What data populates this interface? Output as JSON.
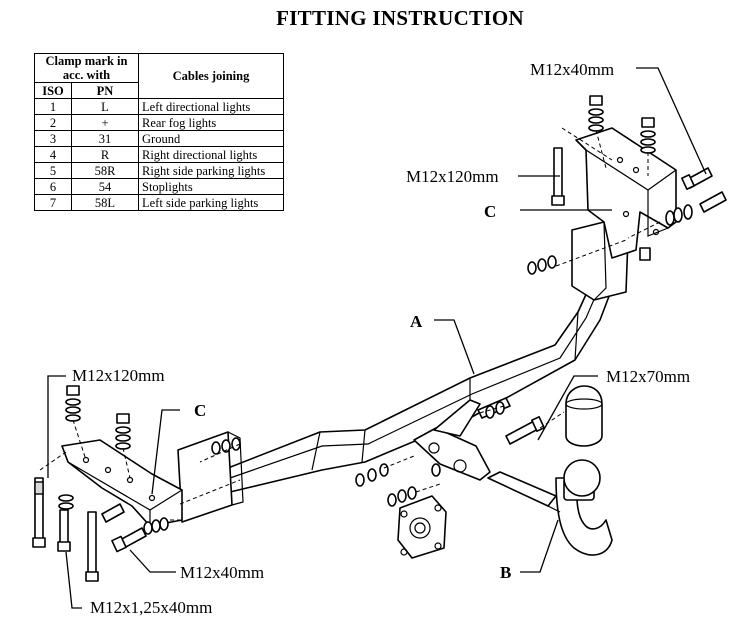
{
  "title": "FITTING INSTRUCTION",
  "table": {
    "header_clamp": "Clamp mark in acc. with",
    "header_cables": "Cables joining",
    "header_iso": "ISO",
    "header_pn": "PN",
    "rows": [
      {
        "iso": "1",
        "pn": "L",
        "cable": "Left directional lights"
      },
      {
        "iso": "2",
        "pn": "+",
        "cable": "Rear fog lights"
      },
      {
        "iso": "3",
        "pn": "31",
        "cable": "Ground"
      },
      {
        "iso": "4",
        "pn": "R",
        "cable": "Right directional lights"
      },
      {
        "iso": "5",
        "pn": "58R",
        "cable": "Right side parking lights"
      },
      {
        "iso": "6",
        "pn": "54",
        "cable": "Stoplights"
      },
      {
        "iso": "7",
        "pn": "58L",
        "cable": "Left side parking lights"
      }
    ]
  },
  "labels": {
    "m12x40_top": "M12x40mm",
    "m12x120_right": "M12x120mm",
    "c_right": "C",
    "a": "A",
    "m12x120_left": "M12x120mm",
    "c_left": "C",
    "m12x70": "M12x70mm",
    "m12x40_bottom": "M12x40mm",
    "b": "B",
    "m12x125x40": "M12x1,25x40mm"
  }
}
